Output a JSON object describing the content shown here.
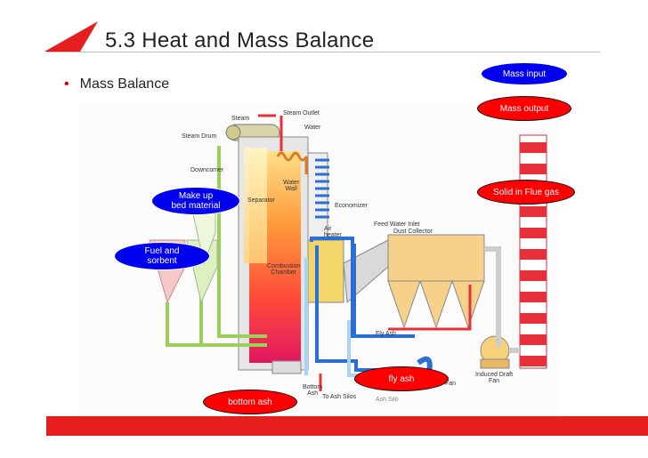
{
  "slide": {
    "title": "5.3 Heat and Mass Balance",
    "bullet": "Mass Balance"
  },
  "callouts": {
    "mass_input": "Mass input",
    "mass_output": "Mass output",
    "solid_in_flue_gas": "Solid in  Flue gas",
    "make_up_bed_material": "Make up\nbed material",
    "fuel_and_sorbent": "Fuel and\nsorbent",
    "fly_ash": "fly ash",
    "bottom_ash": "bottom ash"
  },
  "diagram_labels": {
    "steam": "Steam",
    "steam_outlet": "Steam Outlet",
    "water": "Water",
    "steam_drum": "Steam Drum",
    "downcomer": "Downcomer",
    "water_wall": "Water\nWall",
    "separator": "Separator",
    "economizer": "Economizer",
    "feed_water_inlet": "Feed Water Inlet",
    "dust_collector": "Dust Collector",
    "air_heater": "Air\nheater",
    "combustion_chamber": "Combustion\nChamber",
    "fly_ash_label": "Fly Ash",
    "induced_draft_fan": "Induced Draft\nFan",
    "bottom_ash_label": "Bottom\nAsh",
    "to_ash_silos": "To Ash Silos",
    "ash_silo_partial": "Ash Silo",
    "fan_partial": "Fan"
  },
  "colors": {
    "accent_red": "#e61e1e",
    "callout_blue": "#0000ee",
    "callout_red": "#ff0000",
    "pipe_blue": "#2b6fd6",
    "pipe_green": "#9ccf5a",
    "pipe_red": "#e8303a"
  }
}
